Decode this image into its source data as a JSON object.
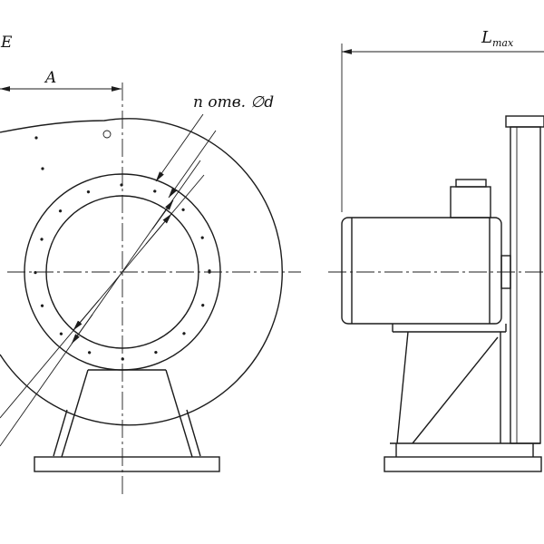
{
  "drawing": {
    "type": "engineering-drawing",
    "subject": "centrifugal fan, two projection views (front and side)",
    "colors": {
      "line": "#1c1c1c",
      "background": "#ffffff"
    },
    "labels": {
      "e": "E",
      "a": "A",
      "holes": "n отв. ∅d",
      "l": "L",
      "l_sub": "max"
    }
  }
}
